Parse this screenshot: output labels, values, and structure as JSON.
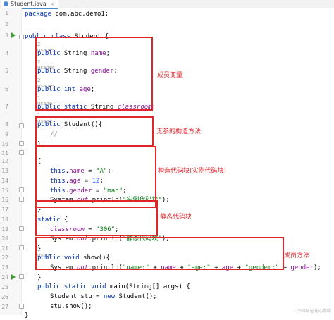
{
  "tab": {
    "title": "Student.java",
    "close": "×"
  },
  "line_numbers": [
    "1",
    "2",
    "3",
    "4",
    "5",
    "6",
    "7",
    "8",
    "9",
    "10",
    "11",
    "12",
    "13",
    "14",
    "15",
    "16",
    "17",
    "18",
    "19",
    "20",
    "21",
    "22",
    "23",
    "24",
    "25",
    "26",
    "27"
  ],
  "usage_hints": {
    "name": "2 usages",
    "gender": "2 usages",
    "age": "2 usages",
    "classroom": "1 usage",
    "ctor": "1 usage",
    "show": "1 usage"
  },
  "code": {
    "l1_kw": "package",
    "l1_rest": " com.abc.demo1;",
    "l3_kw": "public class",
    "l3_rest": " Student {",
    "l4_kw": "public",
    "l4_type": " String ",
    "l4_field": "name",
    "l4_end": ";",
    "l5_kw": "public",
    "l5_type": " String ",
    "l5_field": "gender",
    "l5_end": ";",
    "l6_kw": "public int",
    "l6_sp": " ",
    "l6_field": "age",
    "l6_end": ";",
    "l7_kw": "public static",
    "l7_type": " String ",
    "l7_field": "classroom",
    "l7_end": ";",
    "l8_kw": "public",
    "l8_rest": " Student(){",
    "l9_cmt": "//",
    "l10": "}",
    "l12": "{",
    "l13_kw": "this",
    "l13_dot": ".",
    "l13_field": "name",
    "l13_eq": " = ",
    "l13_str": "\"A\"",
    "l13_end": ";",
    "l14_kw": "this",
    "l14_dot": ".",
    "l14_field": "age",
    "l14_eq": " = ",
    "l14_num": "12",
    "l14_end": ";",
    "l15_kw": "this",
    "l15_dot": ".",
    "l15_field": "gender",
    "l15_eq": " = ",
    "l15_str": "\"man\"",
    "l15_end": ";",
    "l16_pre": "System.",
    "l16_out": "out",
    "l16_mid": ".println(",
    "l16_str": "\"实例代码块\"",
    "l16_end": ");",
    "l17": "}",
    "l18_kw": "static",
    "l18_rest": " {",
    "l19_field": "classroom",
    "l19_eq": " = ",
    "l19_str": "\"306\"",
    "l19_end": ";",
    "l20_pre": "System.",
    "l20_out": "out",
    "l20_mid": ".println(",
    "l20_str": "\"静态代码块\"",
    "l20_end": ");",
    "l21": "}",
    "l22_kw": "public void",
    "l22_rest": " show(){",
    "l23_pre": "System.",
    "l23_out": "out",
    "l23_mid": ".println(",
    "l23_s1": "\"name:\"",
    "l23_p1": " + ",
    "l23_f1": "name",
    "l23_p2": " + ",
    "l23_s2": "\"age:\"",
    "l23_p3": " + ",
    "l23_f2": "age",
    "l23_p4": " + ",
    "l23_s3": "\"gender:\"",
    "l23_p5": " + ",
    "l23_f3": "gender",
    "l23_end": ");",
    "l24": "}",
    "l25_kw": "public static void",
    "l25_rest": " main(String[] args) {",
    "l26_a": "Student stu = ",
    "l26_kw": "new",
    "l26_b": " Student();",
    "l27": "stu.show();",
    "l28": "}",
    "l29": "}"
  },
  "annotations": {
    "member_vars": "成员变量",
    "no_arg_ctor": "无参的构造方法",
    "instance_block": "构造代码块(实例代码块)",
    "static_block": "静态代码块",
    "member_method": "成员方法"
  },
  "watermark": "CSDN @花心情哦",
  "colors": {
    "annotation_red": "#e0262b",
    "keyword": "#0033b3",
    "field": "#871094",
    "string": "#067d17"
  }
}
